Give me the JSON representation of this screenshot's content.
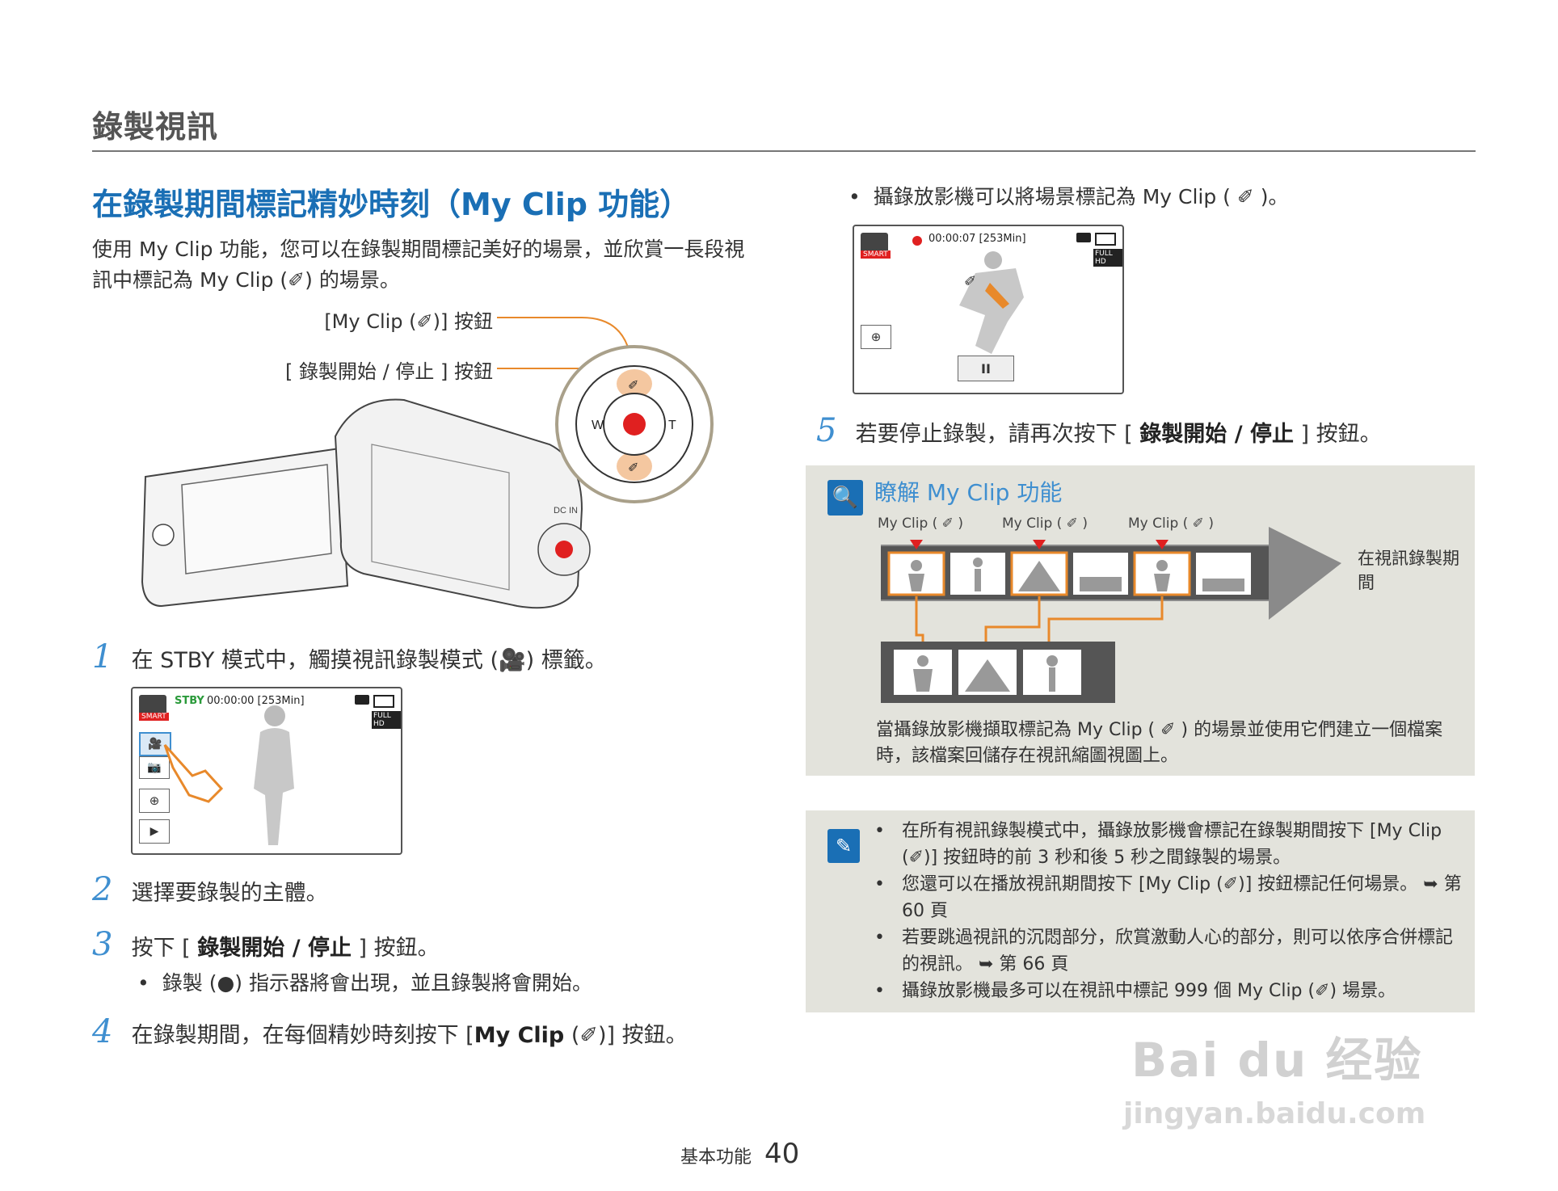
{
  "header": {
    "section_title": "錄製視訊"
  },
  "left": {
    "title": "在錄製期間標記精妙時刻（My Clip 功能）",
    "intro": "使用 My Clip 功能，您可以在錄製期間標記美好的場景，並欣賞一長段視訊中標記為 My Clip (✐) 的場景。",
    "callout_myclip": "[My Clip (✐)] 按鈕",
    "callout_rec": "[ 錄製開始 / 停止 ] 按鈕",
    "dial_w": "W",
    "dial_t": "T",
    "body_dcin": "DC IN",
    "step1_num": "1",
    "step1": "在 STBY 模式中，觸摸視訊錄製模式 (🎥) 標籤。",
    "screen1": {
      "status": "STBY",
      "time": "00:00:00 [253Min]",
      "smart": "SMART",
      "full_hd": "FULL HD"
    },
    "step2_num": "2",
    "step2": "選擇要錄製的主體。",
    "step3_num": "3",
    "step3_pre": "按下 [ ",
    "step3_bold": "錄製開始 / 停止",
    "step3_post": " ] 按鈕。",
    "step3_bullet": "錄製 (●) 指示器將會出現，並且錄製將會開始。",
    "step4_num": "4",
    "step4_pre": "在錄製期間，在每個精妙時刻按下 [",
    "step4_bold": "My Clip",
    "step4_post": " (✐)] 按鈕。"
  },
  "right": {
    "bullet1": "攝錄放影機可以將場景標記為 My Clip ( ✐ )。",
    "screen2": {
      "time": "00:00:07 [253Min]",
      "smart": "SMART",
      "full_hd": "FULL HD",
      "pause": "II"
    },
    "step5_num": "5",
    "step5_pre": "若要停止錄製，請再次按下 [ ",
    "step5_bold": "錄製開始 / 停止",
    "step5_post": " ] 按鈕。",
    "tip": {
      "title": "瞭解 My Clip 功能",
      "labels": [
        "My Clip ( ✐ )",
        "My Clip ( ✐ )",
        "My Clip ( ✐ )"
      ],
      "arrow_text": "在視訊錄製期間",
      "caption": "當攝錄放影機擷取標記為 My Clip ( ✐ ) 的場景並使用它們建立一個檔案時，該檔案回儲存在視訊縮圖視圖上。"
    },
    "notes": [
      "在所有視訊錄製模式中，攝錄放影機會標記在錄製期間按下 [My Clip (✐)] 按鈕時的前 3 秒和後 5 秒之間錄製的場景。",
      "您還可以在播放視訊期間按下 [My Clip (✐)] 按鈕標記任何場景。 ➥ 第 60 頁",
      "若要跳過視訊的沉悶部分，欣賞激動人心的部分，則可以依序合併標記的視訊。 ➥ 第 66 頁",
      "攝錄放影機最多可以在視訊中標記 999 個 My Clip (✐) 場景。"
    ]
  },
  "footer": {
    "label": "基本功能",
    "page": "40"
  },
  "watermark": {
    "brand": "Bai du 经验",
    "url": "jingyan.baidu.com"
  },
  "colors": {
    "accent": "#1a6fb5",
    "orange": "#e8892b",
    "red": "#e02020",
    "box": "#e3e3dc"
  }
}
